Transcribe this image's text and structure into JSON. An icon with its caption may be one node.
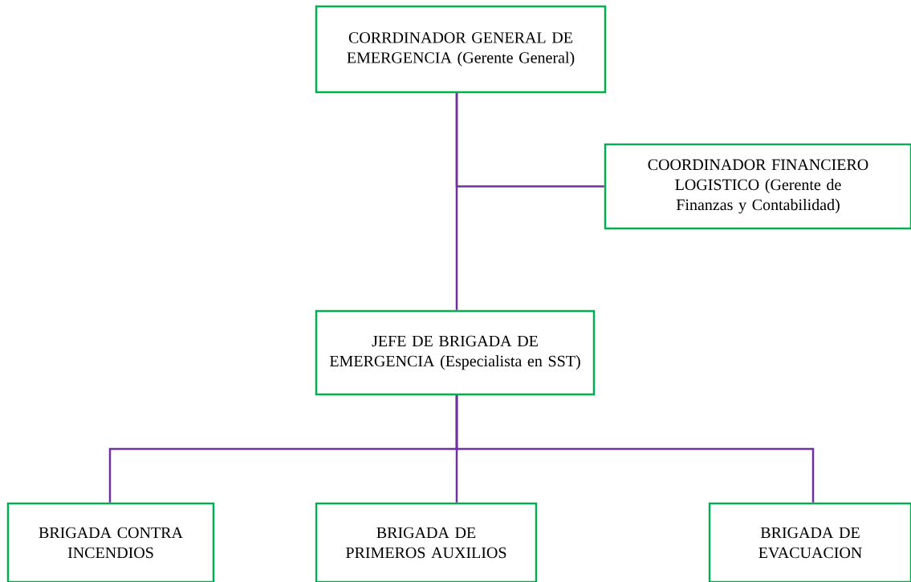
{
  "diagram": {
    "nodes": [
      {
        "text": [
          "CORRDINADOR GENERAL DE EMERGENCIA (Gerente General)"
        ]
      },
      {
        "text": [
          "COORDINADOR FINANCIERO LOGISTICO (Gerente de Finanzas y Contabilidad)"
        ]
      },
      {
        "text": [
          "JEFE DE BRIGADA DE EMERGENCIA (Especialista en SST)"
        ]
      },
      {
        "text": [
          "BRIGADA CONTRA INCENDIOS"
        ]
      },
      {
        "text": [
          "BRIGADA DE PRIMEROS AUXILIOS"
        ]
      },
      {
        "text": [
          "BRIGADA DE EVACUACION"
        ]
      }
    ],
    "edges": [
      {
        "from": 0,
        "to": 1,
        "arrow": "none"
      },
      {
        "from": 0,
        "to": 2,
        "arrow": "none"
      },
      {
        "from": 2,
        "to": 3,
        "arrow": "none"
      },
      {
        "from": 2,
        "to": 4,
        "arrow": "none"
      },
      {
        "from": 2,
        "to": 5,
        "arrow": "none"
      }
    ]
  }
}
